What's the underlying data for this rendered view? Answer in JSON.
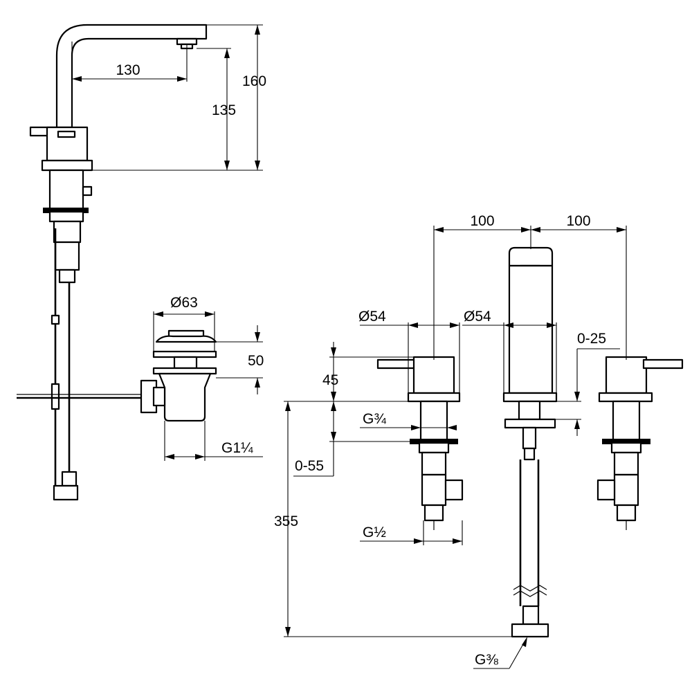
{
  "dimensions": {
    "spout_reach": "130",
    "total_height": "160",
    "spout_height": "135",
    "drain_diameter": "Ø63",
    "drain_height": "50",
    "drain_thread": "G1¼",
    "handle_spacing_left": "100",
    "handle_spacing_right": "100",
    "handle_diameter": "Ø54",
    "spout_diameter": "Ø54",
    "handle_height": "45",
    "spout_height_adjust": "0-25",
    "valve_inlet_thread": "G¾",
    "deck_thickness": "0-55",
    "valve_outlet_thread": "G½",
    "hose_length": "355",
    "hose_thread": "G⅜"
  }
}
